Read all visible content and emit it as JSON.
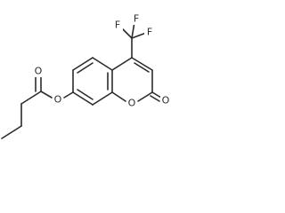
{
  "molecule": {
    "atoms": {
      "F_top_left": "F",
      "F_top_right": "F",
      "F_mid_right": "F",
      "O_ester_carbonyl": "O",
      "O_ester_link": "O",
      "O_ring": "O",
      "O_lactone_carbonyl": "O"
    }
  }
}
